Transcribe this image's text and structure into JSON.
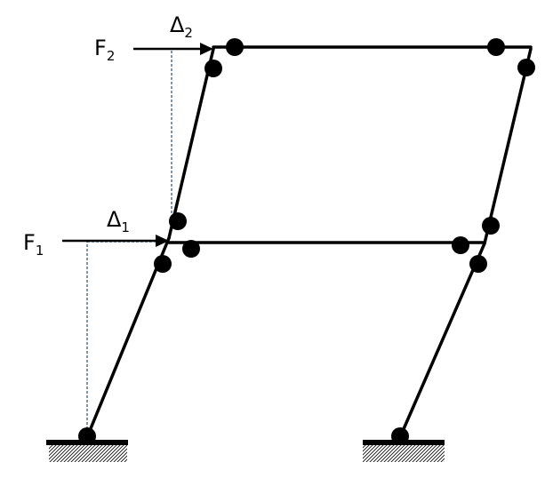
{
  "labels": {
    "force_lower": "F",
    "force_lower_sub": "1",
    "force_upper": "F",
    "force_upper_sub": "2",
    "drift_lower": "Δ",
    "drift_lower_sub": "1",
    "drift_upper": "Δ",
    "drift_upper_sub": "2"
  },
  "style": {
    "member_color": "#000000",
    "guide_color": "#2f4f6f",
    "hatch_color": "#000000",
    "background": "#ffffff"
  }
}
